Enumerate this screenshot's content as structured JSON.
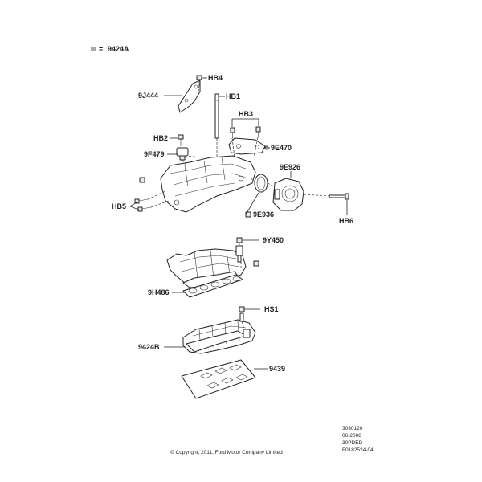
{
  "legend": {
    "symbol_color": "#a8a8a8",
    "equals": "=",
    "code": "9424A"
  },
  "callouts": {
    "hb4": "HB4",
    "j9444": "9J444",
    "hb1": "HB1",
    "hb3": "HB3",
    "hb2": "HB2",
    "f9479": "9F479",
    "e9470": "9E470",
    "e9926": "9E926",
    "hb5": "HB5",
    "e9936": "9E936",
    "hb6": "HB6",
    "y9450": "9Y450",
    "h9486": "9H486",
    "hs1": "HS1",
    "b9424": "9424B",
    "p9439": "9439"
  },
  "footer": {
    "line1": "3030120",
    "line2": "06-2008",
    "line3": "30PDED",
    "line4": "F0182524-04",
    "copyright": "© Copyright, 2011, Ford Motor Company Limited"
  }
}
